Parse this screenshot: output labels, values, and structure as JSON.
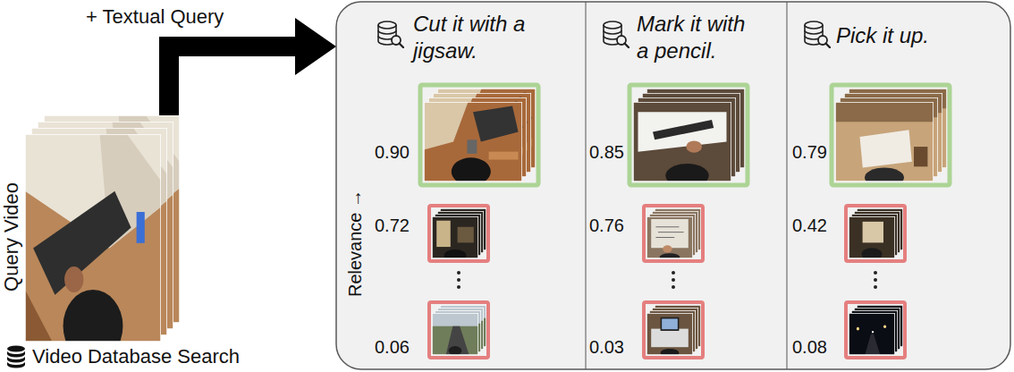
{
  "diagram": {
    "nodes": [
      {
        "text": [
          "Query Video"
        ]
      },
      {
        "text": [
          "Relevance →"
        ]
      },
      {
        "text": [
          "Cut it with a jigsaw."
        ],
        "in": 1
      },
      {
        "text": [
          "0.90"
        ],
        "in": 2
      },
      {
        "text": [
          "0.72"
        ],
        "in": 2
      },
      {
        "text": [
          "0.06"
        ],
        "in": 2
      },
      {
        "text": [
          "Mark it with a pencil."
        ],
        "in": 1
      },
      {
        "text": [
          "0.85"
        ],
        "in": 6
      },
      {
        "text": [
          "0.76"
        ],
        "in": 6
      },
      {
        "text": [
          "0.03"
        ],
        "in": 6
      },
      {
        "text": [
          "Pick it up."
        ],
        "in": 1
      },
      {
        "text": [
          "0.79"
        ],
        "in": 10
      },
      {
        "text": [
          "0.42"
        ],
        "in": 10
      },
      {
        "text": [
          "0.08"
        ],
        "in": 10
      }
    ],
    "edges": [
      {
        "from": 0,
        "to": 1,
        "arrow": "to",
        "label": "+ Textual Query"
      }
    ],
    "labels": [
      "Video Database Search"
    ]
  }
}
